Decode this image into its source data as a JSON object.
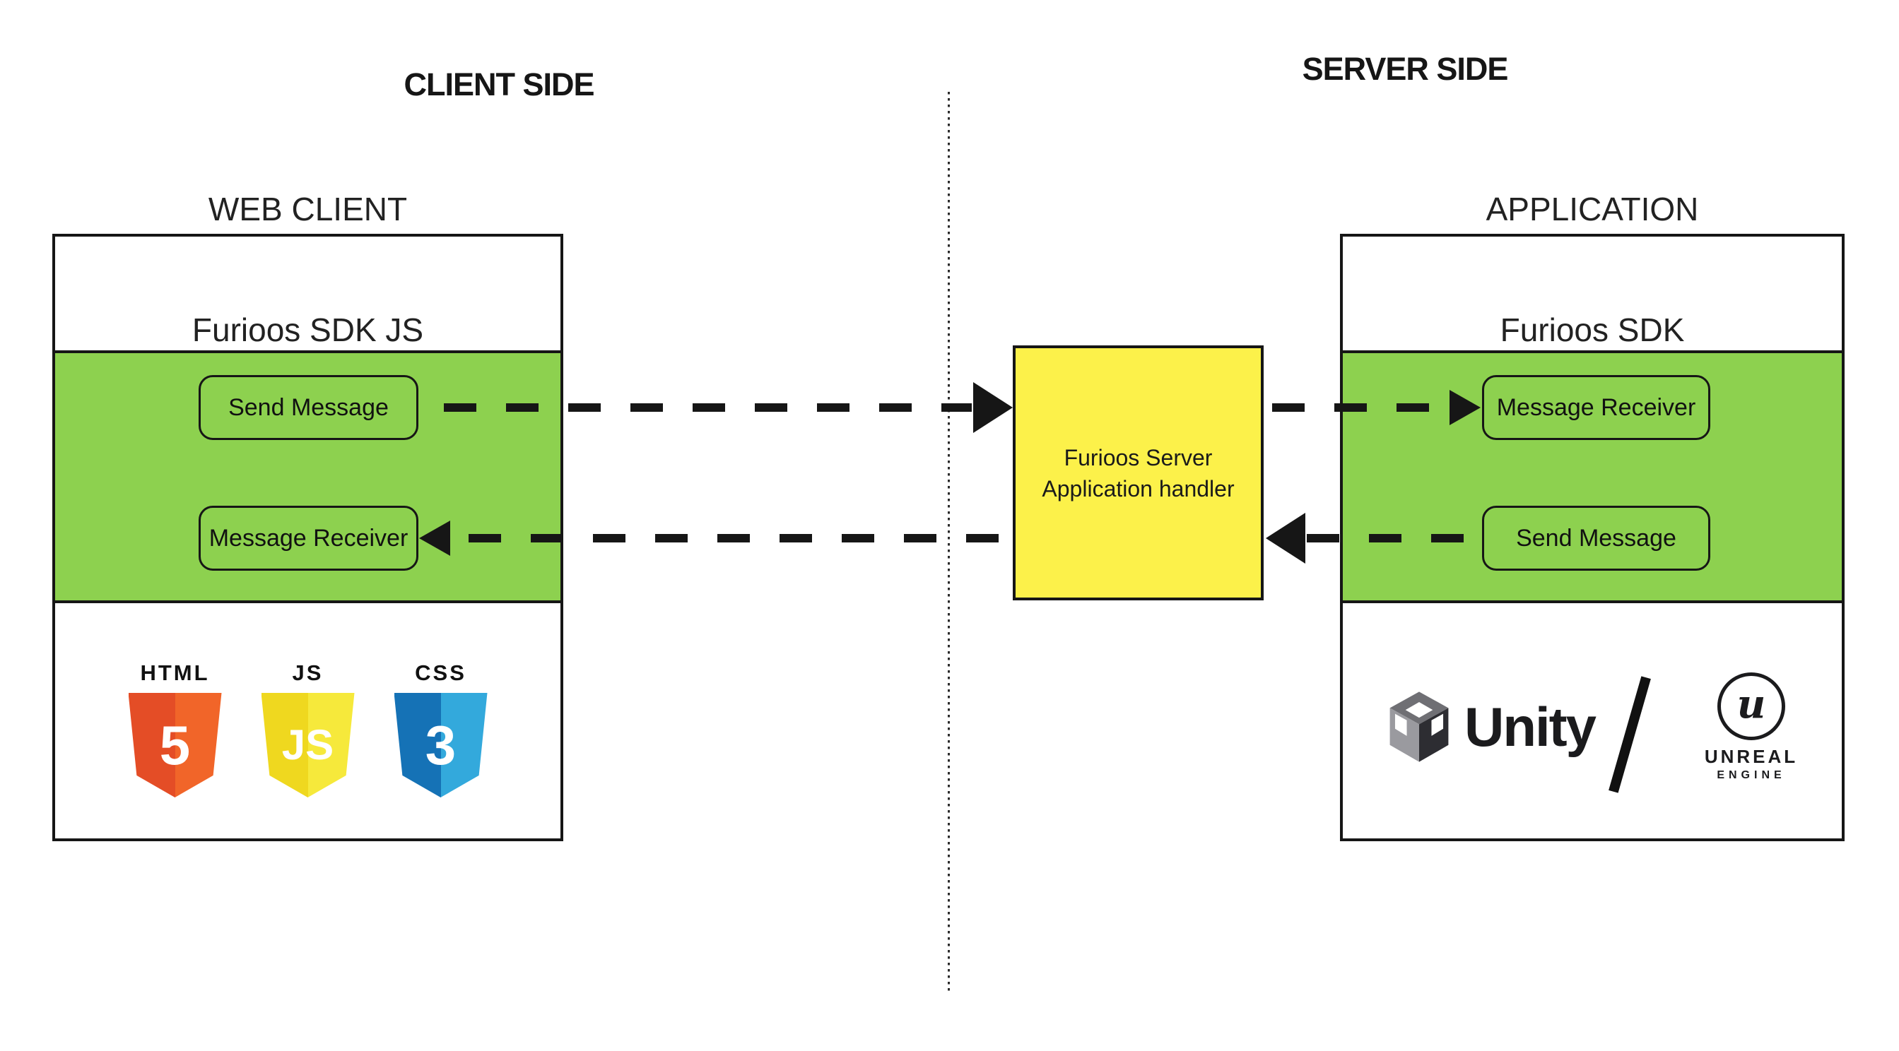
{
  "titles": {
    "client": "CLIENT SIDE",
    "server": "SERVER SIDE"
  },
  "client": {
    "label": "WEB CLIENT",
    "sdk_label": "Furioos SDK JS",
    "buttons": {
      "send": "Send Message",
      "receive": "Message Receiver"
    },
    "tech_logos": [
      {
        "caption": "HTML",
        "glyph": "5"
      },
      {
        "caption": "JS",
        "glyph": "JS"
      },
      {
        "caption": "CSS",
        "glyph": "3"
      }
    ]
  },
  "server_handler": {
    "line1": "Furioos Server",
    "line2": "Application handler"
  },
  "application": {
    "label": "APPLICATION",
    "sdk_label": "Furioos SDK",
    "buttons": {
      "receive": "Message Receiver",
      "send": "Send Message"
    },
    "engines": {
      "unity_word": "Unity",
      "separator": "/",
      "unreal_word": "UNREAL",
      "unreal_sub_word": "ENGINE",
      "unreal_glyph": "u"
    }
  },
  "colors": {
    "green": "#8DD14F",
    "yellow": "#FCF14A",
    "line": "#161616",
    "text": "#1d1d1d",
    "html_dark": "#E44D26",
    "html_light": "#F16529",
    "js_dark": "#EFD81F",
    "js_light": "#F6E93B",
    "css_dark": "#1572B6",
    "css_light": "#33A9DC"
  }
}
